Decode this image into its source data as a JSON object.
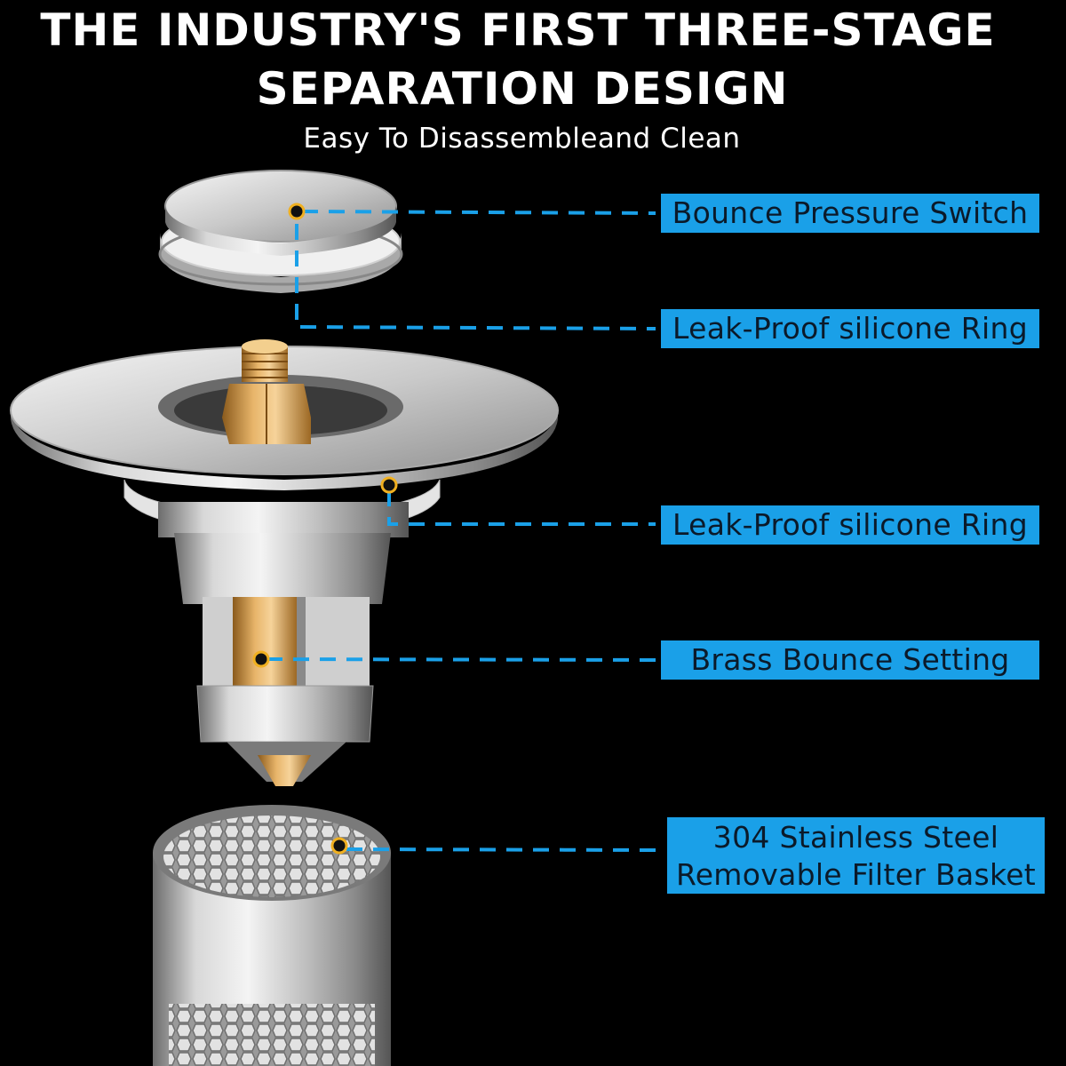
{
  "header": {
    "title_line1": "THE INDUSTRY'S FIRST THREE-STAGE",
    "title_line2": "SEPARATION DESIGN",
    "subtitle": "Easy To Disassembleand Clean"
  },
  "callouts": [
    {
      "label": "Bounce Pressure Switch"
    },
    {
      "label": "Leak-Proof silicone Ring"
    },
    {
      "label": "Leak-Proof silicone Ring"
    },
    {
      "label": "Brass Bounce Setting"
    },
    {
      "label_line1": "304 Stainless Steel",
      "label_line2": "Removable Filter Basket"
    }
  ],
  "colors": {
    "background": "#000000",
    "label_fill": "#1aa0e8",
    "leader_line": "#1aa0e8",
    "marker": "#f0b020"
  }
}
